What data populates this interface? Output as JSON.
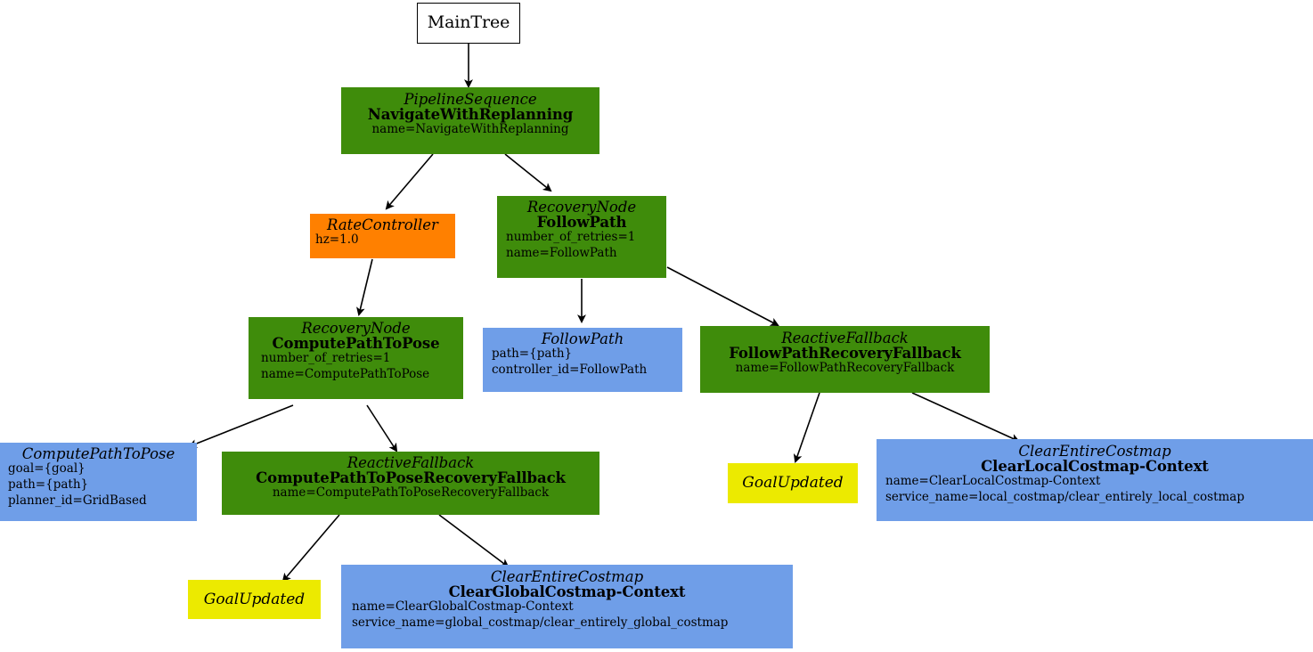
{
  "diagram": {
    "title": "Behavior Tree: NavigateWithReplanning",
    "colors": {
      "control": "#3f8c0b",
      "decorator": "#ff8000",
      "action": "#6f9ee8",
      "condition": "#ecea00",
      "root_fill": "#ffffff",
      "edge": "#000000"
    },
    "nodes": [
      {
        "id": "maintree",
        "kind": "root",
        "type": "",
        "name": "MainTree",
        "attrs": []
      },
      {
        "id": "navigate_with_replanning",
        "kind": "control",
        "type": "PipelineSequence",
        "name": "NavigateWithReplanning",
        "attrs": [
          "name=NavigateWithReplanning"
        ]
      },
      {
        "id": "rate_controller",
        "kind": "decorator",
        "type": "RateController",
        "name": "",
        "attrs": [
          "hz=1.0"
        ]
      },
      {
        "id": "follow_path_recovery",
        "kind": "control",
        "type": "RecoveryNode",
        "name": "FollowPath",
        "attrs": [
          "number_of_retries=1",
          "name=FollowPath"
        ]
      },
      {
        "id": "compute_path_to_pose_recovery",
        "kind": "control",
        "type": "RecoveryNode",
        "name": "ComputePathToPose",
        "attrs": [
          "number_of_retries=1",
          "name=ComputePathToPose"
        ]
      },
      {
        "id": "follow_path_action",
        "kind": "action",
        "type": "FollowPath",
        "name": "",
        "attrs": [
          "path={path}",
          "controller_id=FollowPath"
        ]
      },
      {
        "id": "follow_path_recovery_fallback",
        "kind": "control",
        "type": "ReactiveFallback",
        "name": "FollowPathRecoveryFallback",
        "attrs": [
          "name=FollowPathRecoveryFallback"
        ]
      },
      {
        "id": "compute_path_to_pose_action",
        "kind": "action",
        "type": "ComputePathToPose",
        "name": "",
        "attrs": [
          "goal={goal}",
          "path={path}",
          "planner_id=GridBased"
        ]
      },
      {
        "id": "compute_path_to_pose_recovery_fallback",
        "kind": "control",
        "type": "ReactiveFallback",
        "name": "ComputePathToPoseRecoveryFallback",
        "attrs": [
          "name=ComputePathToPoseRecoveryFallback"
        ]
      },
      {
        "id": "goal_updated_right",
        "kind": "condition",
        "type": "GoalUpdated",
        "name": "",
        "attrs": []
      },
      {
        "id": "clear_local_costmap",
        "kind": "action",
        "type": "ClearEntireCostmap",
        "name": "ClearLocalCostmap-Context",
        "attrs": [
          "name=ClearLocalCostmap-Context",
          "service_name=local_costmap/clear_entirely_local_costmap"
        ]
      },
      {
        "id": "goal_updated_bottom",
        "kind": "condition",
        "type": "GoalUpdated",
        "name": "",
        "attrs": []
      },
      {
        "id": "clear_global_costmap",
        "kind": "action",
        "type": "ClearEntireCostmap",
        "name": "ClearGlobalCostmap-Context",
        "attrs": [
          "name=ClearGlobalCostmap-Context",
          "service_name=global_costmap/clear_entirely_global_costmap"
        ]
      }
    ],
    "edges": [
      {
        "from": "maintree",
        "to": "navigate_with_replanning"
      },
      {
        "from": "navigate_with_replanning",
        "to": "rate_controller"
      },
      {
        "from": "navigate_with_replanning",
        "to": "follow_path_recovery"
      },
      {
        "from": "rate_controller",
        "to": "compute_path_to_pose_recovery"
      },
      {
        "from": "follow_path_recovery",
        "to": "follow_path_action"
      },
      {
        "from": "follow_path_recovery",
        "to": "follow_path_recovery_fallback"
      },
      {
        "from": "compute_path_to_pose_recovery",
        "to": "compute_path_to_pose_action"
      },
      {
        "from": "compute_path_to_pose_recovery",
        "to": "compute_path_to_pose_recovery_fallback"
      },
      {
        "from": "follow_path_recovery_fallback",
        "to": "goal_updated_right"
      },
      {
        "from": "follow_path_recovery_fallback",
        "to": "clear_local_costmap"
      },
      {
        "from": "compute_path_to_pose_recovery_fallback",
        "to": "goal_updated_bottom"
      },
      {
        "from": "compute_path_to_pose_recovery_fallback",
        "to": "clear_global_costmap"
      }
    ]
  }
}
